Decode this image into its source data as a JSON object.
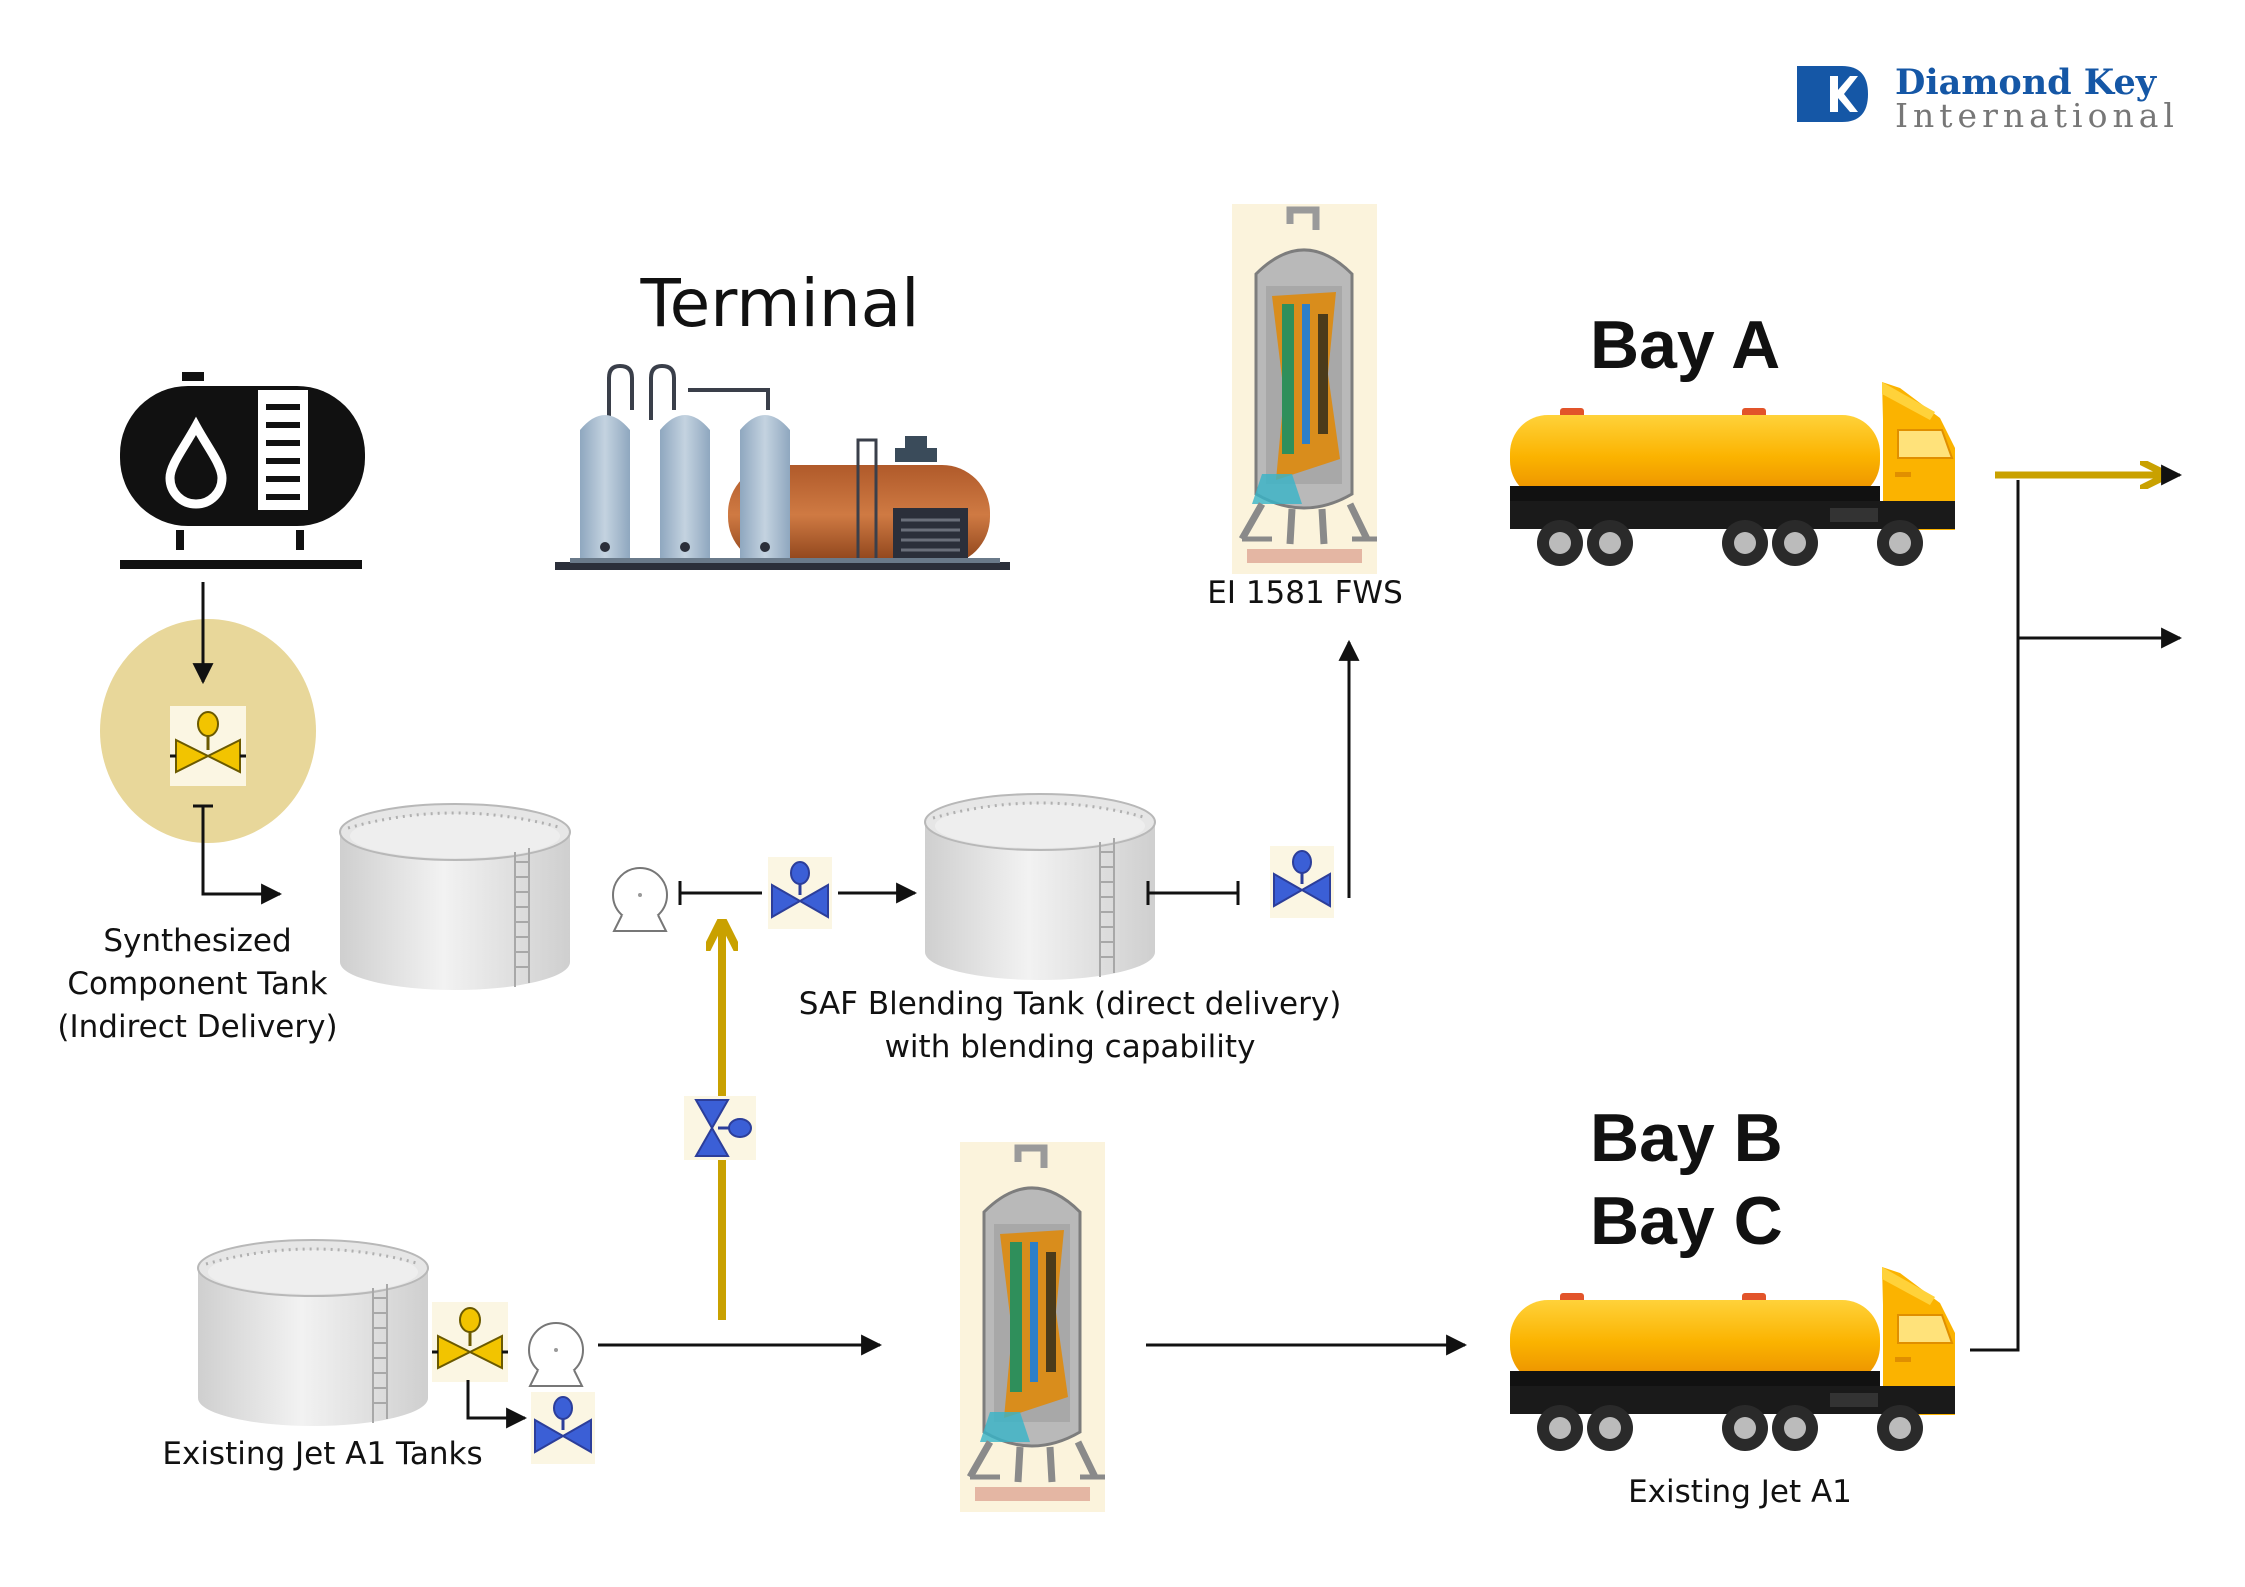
{
  "logo": {
    "name_line1": "Diamond Key",
    "name_line2": "International",
    "monogram": "DK",
    "color": "#1557a6"
  },
  "terminal": {
    "title": "Terminal"
  },
  "labels": {
    "synth_tank": "Synthesized Component Tank (Indirect Delivery)",
    "saf_tank_line1": "SAF Blending Tank (direct delivery)",
    "saf_tank_line2": "with blending capability",
    "jet_tanks": "Existing Jet A1 Tanks",
    "fws": "EI 1581 FWS",
    "existing_jet": "Existing Jet A1"
  },
  "bays": {
    "a": "Bay A",
    "b": "Bay B",
    "c": "Bay C"
  },
  "colors": {
    "flow_black": "#111111",
    "flow_gold": "#c9a100",
    "valve_blue": "#3b5fd6",
    "valve_yellow": "#f2c400",
    "highlight": "#e8d79a",
    "truck_orange": "#f7a300"
  },
  "icons": [
    "fuel-tank-icon",
    "valve-icon",
    "pump-icon",
    "storage-tank-icon",
    "filter-water-separator-icon",
    "tanker-truck-icon",
    "refinery-icon"
  ]
}
